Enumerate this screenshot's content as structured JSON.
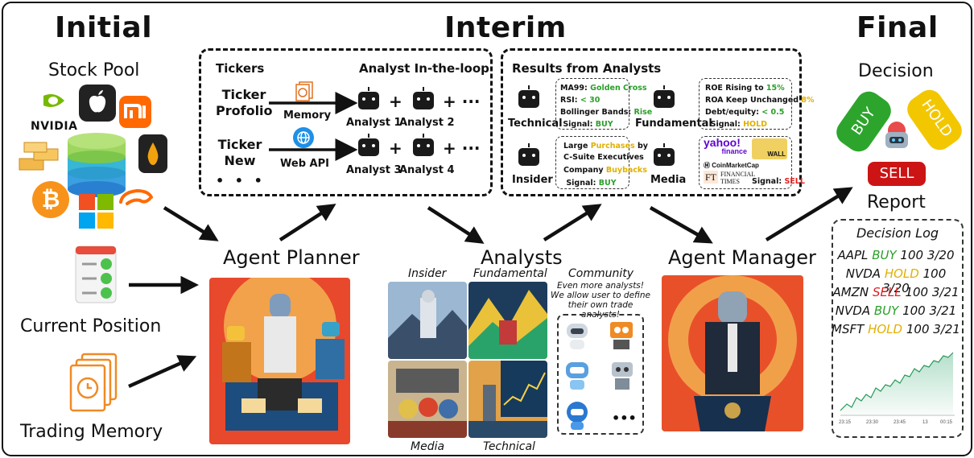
{
  "headings": {
    "initial": "Initial",
    "interim": "Interim",
    "final": "Final"
  },
  "initial": {
    "stock_pool": "Stock Pool",
    "nvidia": "NVIDIA",
    "current_position": "Current Position",
    "trading_memory": "Trading Memory"
  },
  "planner": {
    "title": "Agent Planner",
    "tickers": "Tickers",
    "analyst_loop": "Analyst In-the-loop",
    "ticker_portfolio": "Ticker Profolio",
    "ticker_new": "Ticker New",
    "memory": "Memory",
    "web_api": "Web API",
    "dots": "• • •",
    "plus": "+",
    "more": "+ ···",
    "analyst1": "Analyst 1",
    "analyst2": "Analyst 2",
    "analyst3": "Analyst 3",
    "analyst4": "Analyst 4"
  },
  "results": {
    "title": "Results from Analysts",
    "technical": "Technical",
    "fundamental": "Fundamental",
    "insider": "Insider",
    "media": "Media",
    "tech_lines": [
      {
        "label": "MA99: ",
        "val": "Golden Cross"
      },
      {
        "label": "RSI: ",
        "val": "< 30"
      },
      {
        "label": "Bollinger Bands: ",
        "val": "Rise"
      },
      {
        "label": "Signal: ",
        "val": "BUY"
      }
    ],
    "fund_lines": [
      {
        "label": "ROE Rising to ",
        "val": "15%"
      },
      {
        "label": "ROA Keep Unchanged ",
        "val": "8%"
      },
      {
        "label": "Debt/equity: ",
        "val": "< 0.5"
      },
      {
        "label": "Signal: ",
        "val": "HOLD"
      }
    ],
    "insider_lines": [
      {
        "label": "Large ",
        "val": "Purchases",
        "tail": " by"
      },
      {
        "label": "C-Suite Executives",
        "val": "",
        "tail": ""
      },
      {
        "label": "Company ",
        "val": "Buybacks",
        "tail": ""
      },
      {
        "label": "Signal: ",
        "val": "BUY",
        "tail": ""
      }
    ],
    "media_yahoo": "yahoo!",
    "media_finance": "finance",
    "media_cmc": "CoinMarketCap",
    "media_ft": "FT",
    "media_ft_name": "FINANCIAL TIMES",
    "media_wsb": "WALL",
    "media_signal_label": "Signal: ",
    "media_signal": "SELL"
  },
  "analysts": {
    "title": "Analysts",
    "insider": "Insider",
    "fundamental": "Fundamental",
    "media": "Media",
    "technical": "Technical",
    "community": "Community",
    "community_text": "Even more analysts! We allow user to define their own trade analysts!",
    "more": "•••"
  },
  "manager": {
    "title": "Agent Manager"
  },
  "final": {
    "decision": "Decision",
    "buy": "BUY",
    "hold": "HOLD",
    "sell": "SELL",
    "report": "Report",
    "log_title": "Decision Log",
    "log": [
      {
        "ticker": "AAPL",
        "action": "BUY",
        "qty": "100",
        "date": "3/20",
        "color": "#2aa02a"
      },
      {
        "ticker": "NVDA",
        "action": "HOLD",
        "qty": "100",
        "date": "3/20",
        "color": "#e0b000"
      },
      {
        "ticker": "AMZN",
        "action": "SELL",
        "qty": "100",
        "date": "3/21",
        "color": "#e02020"
      },
      {
        "ticker": "NVDA",
        "action": "BUY",
        "qty": "100",
        "date": "3/21",
        "color": "#2aa02a"
      },
      {
        "ticker": "MSFT",
        "action": "HOLD",
        "qty": "100",
        "date": "3/21",
        "color": "#e0b000"
      }
    ],
    "chart_ticks": [
      "23:15",
      "23:30",
      "23:45",
      "13",
      "00:15"
    ]
  },
  "colors": {
    "buy": "#2aa02a",
    "hold": "#e0b000",
    "sell": "#d01818"
  }
}
